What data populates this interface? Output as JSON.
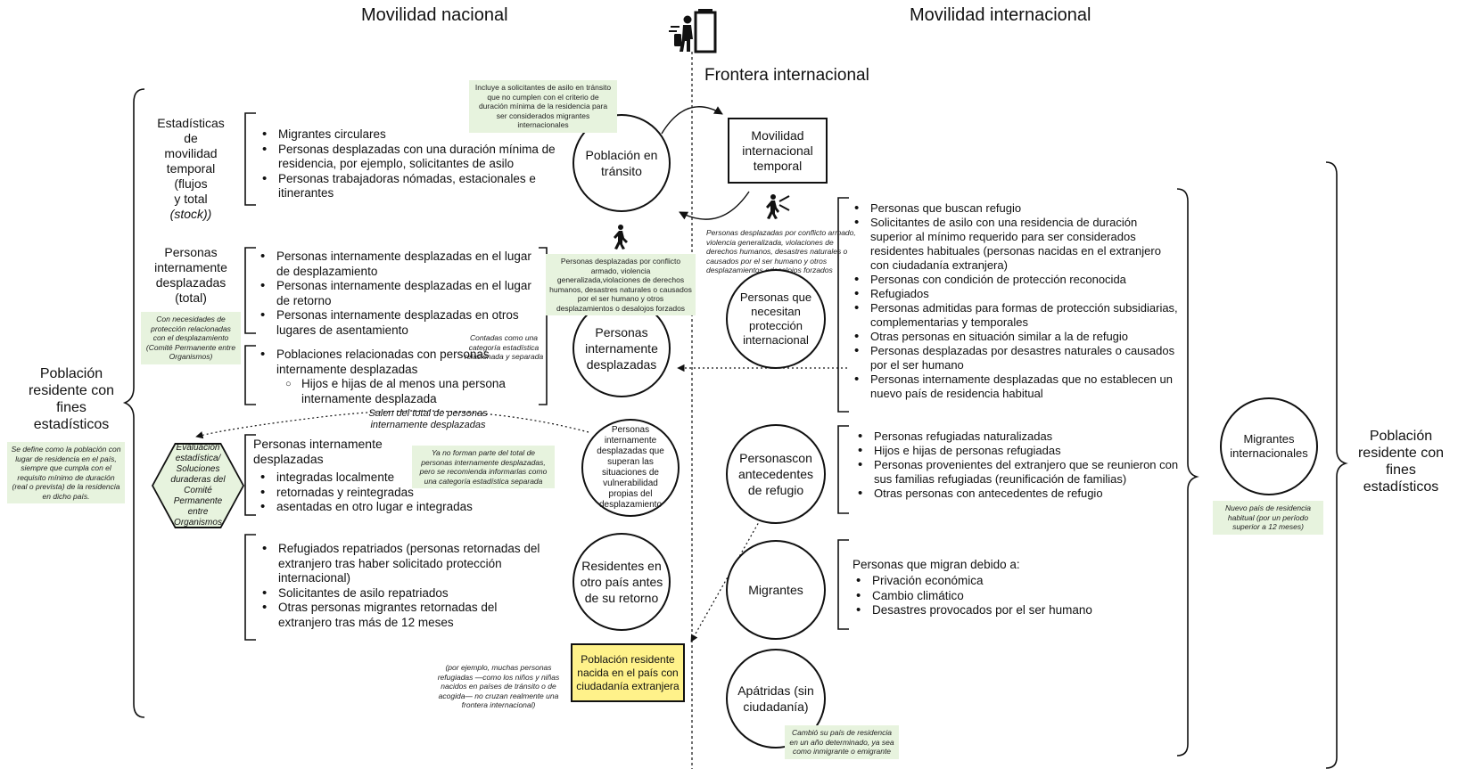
{
  "headers": {
    "left": "Movilidad nacional",
    "right": "Movilidad internacional",
    "border": "Frontera internacional"
  },
  "icons": {
    "airport": "airport-gate-traveler-icon",
    "walking": "walking-person-icon"
  },
  "left_population": {
    "title": "Población residente con fines estadísticos",
    "note": "Se define como la población con lugar de residencia en el país, siempre que cumpla con el requisito mínimo de duración (real o prevista) de la residencia en dicho país."
  },
  "right_population": {
    "title": "Población residente con fines estadísticos"
  },
  "temporal": {
    "label_lines": [
      "Estadísticas",
      "de",
      "movilidad",
      "temporal",
      "(flujos",
      "y total",
      "(stock))"
    ],
    "items": [
      "Migrantes circulares",
      "Personas desplazadas con una duración mínima de residencia, por ejemplo, solicitantes de asilo",
      "Personas trabajadoras nómadas, estacionales e itinerantes"
    ]
  },
  "idp": {
    "label_lines": [
      "Personas",
      "internamente",
      "desplazadas",
      "(total)"
    ],
    "note": "Con necesidades de protección relacionadas con el desplazamiento (Comité Permanente entre Organismos)",
    "items": [
      "Personas internamente desplazadas en el lugar de desplazamiento",
      "Personas internamente desplazadas en el lugar de retorno",
      "Personas internamente desplazadas en otros lugares de asentamiento"
    ],
    "related": "Poblaciones relacionadas con personas internamente desplazadas",
    "related_sub": "Hijos e hijas de al menos una persona internamente desplazada",
    "separate_note": "Contadas como una categoría estadística relacionada y separada"
  },
  "exit_label": "Salen del total de personas internamente desplazadas",
  "hexagon": "Evaluación estadística/ Soluciones duraderas del Comité Permanente entre Organismos",
  "idp_solutions": {
    "title": "Personas internamente desplazadas",
    "items": [
      "integradas localmente",
      "retornadas y reintegradas",
      "asentadas en otro lugar e integradas"
    ],
    "note": "Ya no forman parte del total de personas internamente desplazadas, pero se recomienda informarlas como una categoría estadística separada"
  },
  "returnees": {
    "items": [
      "Refugiados repatriados (personas retornadas del extranjero tras haber solicitado protección internacional)",
      "Solicitantes de asilo repatriados",
      "Otras personas migrantes retornadas del extranjero tras más de 12 meses"
    ]
  },
  "circles": {
    "transit": "Población en tránsito",
    "idp": "Personas internamente desplazadas",
    "overcome": "Personas internamente desplazadas que superan las situaciones de vulnerabilidad propias del desplazamiento",
    "residents_abroad": "Residentes en otro país antes de su retorno",
    "protection": "Personas que necesitan protección internacional",
    "refugee_background": "Personascon antecedentes de refugio",
    "migrants": "Migrantes",
    "stateless": "Apátridas (sin ciudadanía)",
    "international_migrants": "Migrantes internacionales"
  },
  "notes": {
    "transit": "Incluye a solicitantes de asilo en tránsito que no cumplen con el criterio de duración mínima de la residencia para ser considerados migrantes internacionales",
    "displaced_internal": "Personas desplazadas por conflicto armado, violencia generalizada,violaciones de derechos humanos, desastres naturales o causados por el ser humano y otros desplazamientos o desalojos forzados",
    "displaced_international": "Personas desplazadas por conflicto armado, violencia generalizada, violaciones de derechos humanos, desastres naturales o causados por el ser humano y otros desplazamientos odesalojos forzados",
    "yellow_side": "(por ejemplo, muchas personas refugiadas —como los niños y niñas nacidos en países de tránsito o de acogida— no cruzan realmente una frontera internacional)",
    "stateless": "Cambió su país de residencia en un año determinado, ya sea como inmigrante o emigrante",
    "new_country": "Nuevo país de residencia habitual (por un período superior a 12 meses)"
  },
  "temp_box": "Movilidad internacional temporal",
  "yellow_box": "Población residente nacida en el país con ciudadanía extranjera",
  "protection_list": [
    "Personas que buscan refugio",
    "Solicitantes de asilo con una residencia de duración superior al mínimo requerido para ser considerados residentes habituales (personas nacidas en el extranjero con ciudadanía extranjera)",
    "Personas con condición de protección reconocida",
    "Refugiados",
    "Personas admitidas para formas de protección subsidiarias, complementarias y temporales",
    "Otras personas en situación similar a la de refugio",
    "Personas desplazadas por desastres naturales o causados por el ser humano",
    "Personas internamente desplazadas que no establecen un nuevo país de residencia habitual"
  ],
  "refugee_list": [
    "Personas refugiadas naturalizadas",
    "Hijos e hijas de personas refugiadas",
    "Personas provenientes del extranjero que se reunieron con sus familias refugiadas (reunificación de familias)",
    "Otras personas con antecedentes de refugio"
  ],
  "migrants_block": {
    "intro": "Personas que migran debido a:",
    "items": [
      "Privación económica",
      "Cambio climático",
      "Desastres provocados por el ser humano"
    ]
  }
}
